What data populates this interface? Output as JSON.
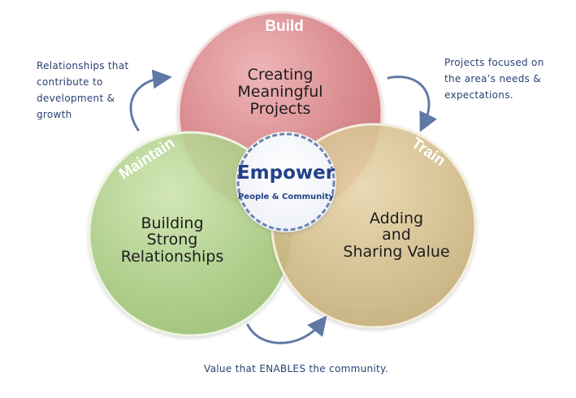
{
  "center": {
    "title": "Empower",
    "subtitle": "People & Community"
  },
  "circles": {
    "build": {
      "label": "Build",
      "lines": [
        "Creating",
        "Meaningful",
        "Projects"
      ],
      "color": "#d9868a"
    },
    "maintain": {
      "label": "Maintain",
      "lines": [
        "Building",
        "Strong",
        "Relationships"
      ],
      "color": "#a9cc80"
    },
    "train": {
      "label": "Train",
      "lines": [
        "Adding",
        "and",
        "Sharing Value"
      ],
      "color": "#d4bd88"
    }
  },
  "notes": {
    "left": [
      "Relationships that",
      "contribute to",
      "development &",
      "growth"
    ],
    "right": [
      "Projects focused on",
      "the area’s needs &",
      "expectations."
    ],
    "bottom": "Value that ENABLES the community."
  },
  "colors": {
    "note_text": "#2a3f73",
    "arrow": "#5f79a5",
    "center_ring": "#6c84ad",
    "center_title": "#23408a"
  }
}
